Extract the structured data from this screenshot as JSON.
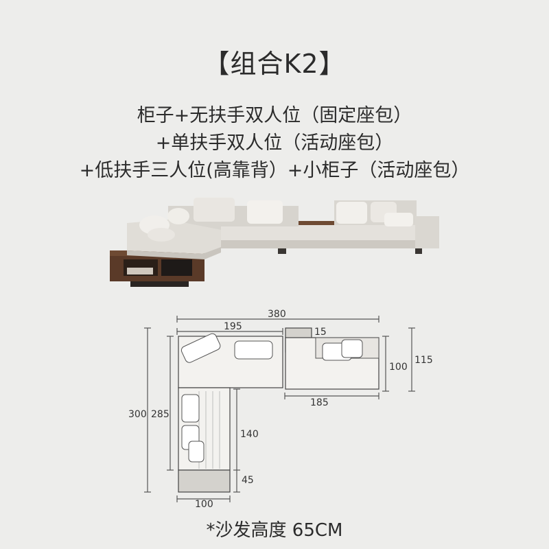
{
  "title": "【组合K2】",
  "description": {
    "line1": "柜子+无扶手双人位（固定座包）",
    "line2": "+单扶手双人位（活动座包）",
    "line3": "+低扶手三人位(高靠背）+小柜子（活动座包）"
  },
  "dimensions": {
    "total_width": "380",
    "left_section_width": "195",
    "cabinet_width": "15",
    "right_section_width": "185",
    "right_depth": "100",
    "right_outer_depth": "115",
    "total_length": "300",
    "inner_length": "285",
    "chaise_length": "140",
    "cabinet_length": "45",
    "chaise_width": "100"
  },
  "footer": "*沙发高度 65CM",
  "colors": {
    "background": "#ededeb",
    "sofa_fabric": "#dcd9d3",
    "wood": "#5a3a28",
    "line": "#555555"
  }
}
